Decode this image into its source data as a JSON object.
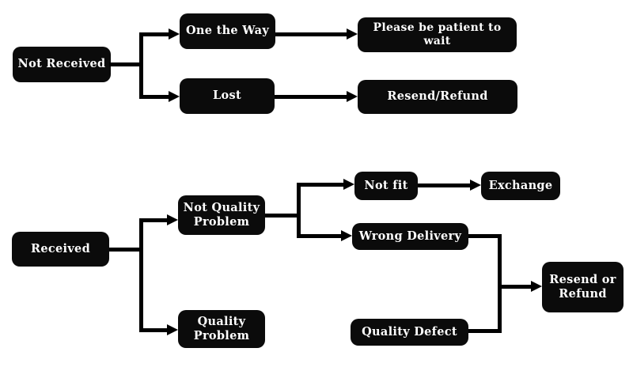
{
  "diagram": {
    "type": "flowchart",
    "colors": {
      "background": "#ffffff",
      "node_fill": "#0b0b0b",
      "node_text": "#ffffff",
      "connector": "#000000"
    },
    "nodes": {
      "not_received": {
        "label": "Not Received"
      },
      "one_the_way": {
        "label": "One the Way"
      },
      "lost": {
        "label": "Lost"
      },
      "please_wait": {
        "label": "Please be patient to wait"
      },
      "resend_refund": {
        "label": "Resend/Refund"
      },
      "received": {
        "label": "Received"
      },
      "not_quality": {
        "label": "Not Quality Problem"
      },
      "quality_problem": {
        "label": "Quality Problem"
      },
      "not_fit": {
        "label": "Not fit"
      },
      "exchange": {
        "label": "Exchange"
      },
      "wrong_delivery": {
        "label": "Wrong Delivery"
      },
      "quality_defect": {
        "label": "Quality Defect"
      },
      "resend_or_refund": {
        "label": "Resend or Refund"
      }
    },
    "edges": [
      {
        "from": "Not Received",
        "to": "One the Way"
      },
      {
        "from": "Not Received",
        "to": "Lost"
      },
      {
        "from": "One the Way",
        "to": "Please be patient to wait"
      },
      {
        "from": "Lost",
        "to": "Resend/Refund"
      },
      {
        "from": "Received",
        "to": "Not Quality Problem"
      },
      {
        "from": "Received",
        "to": "Quality Problem"
      },
      {
        "from": "Not Quality Problem",
        "to": "Not fit"
      },
      {
        "from": "Not Quality Problem",
        "to": "Wrong Delivery"
      },
      {
        "from": "Not fit",
        "to": "Exchange"
      },
      {
        "from": "Wrong Delivery",
        "to": "Resend or Refund"
      },
      {
        "from": "Quality Problem",
        "to": "Quality Defect"
      },
      {
        "from": "Quality Defect",
        "to": "Resend or Refund"
      }
    ]
  }
}
